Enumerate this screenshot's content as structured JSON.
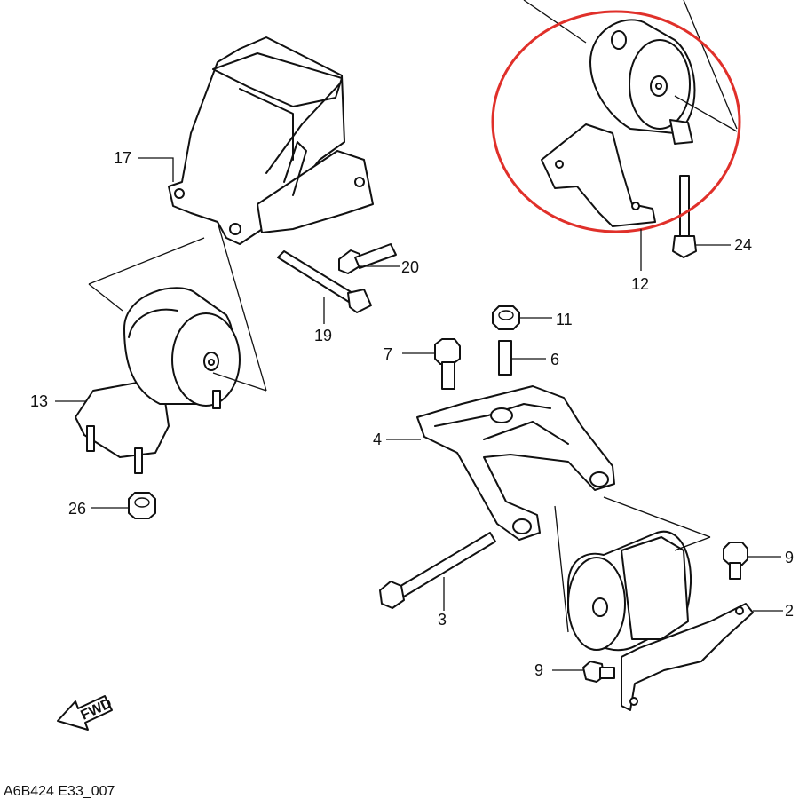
{
  "diagram": {
    "callouts": [
      {
        "id": "17",
        "label": "17"
      },
      {
        "id": "20",
        "label": "20"
      },
      {
        "id": "19",
        "label": "19"
      },
      {
        "id": "13",
        "label": "13"
      },
      {
        "id": "26",
        "label": "26"
      },
      {
        "id": "12",
        "label": "12"
      },
      {
        "id": "24",
        "label": "24"
      },
      {
        "id": "11",
        "label": "11"
      },
      {
        "id": "7",
        "label": "7"
      },
      {
        "id": "6",
        "label": "6"
      },
      {
        "id": "4",
        "label": "4"
      },
      {
        "id": "9a",
        "label": "9"
      },
      {
        "id": "2",
        "label": "2"
      },
      {
        "id": "3",
        "label": "3"
      },
      {
        "id": "9b",
        "label": "9"
      }
    ],
    "fwd_label": "FWD",
    "drawing_code": "A6B424 E33_007",
    "highlight_color": "#e0302a",
    "line_color": "#111111"
  }
}
